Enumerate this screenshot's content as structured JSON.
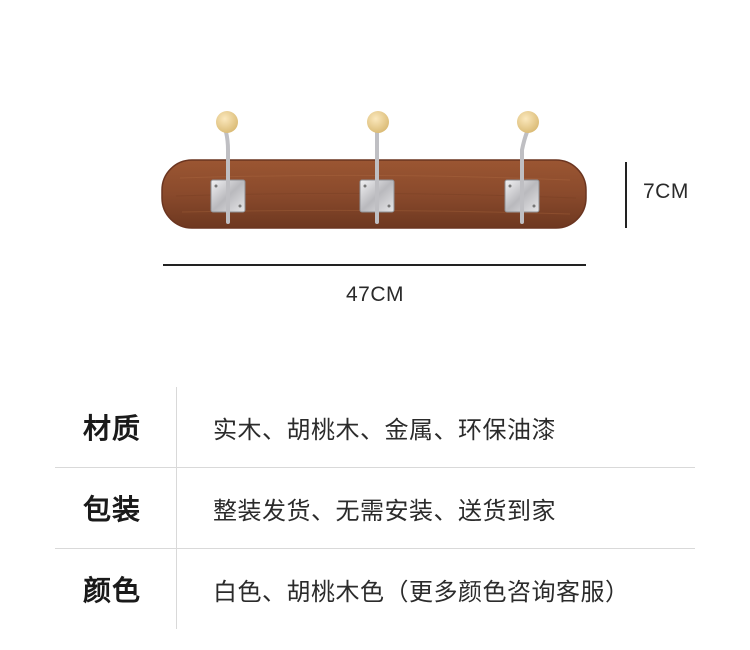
{
  "product": {
    "dimensions": {
      "width_label": "47CM",
      "height_label": "7CM"
    },
    "colors": {
      "board_wood": "#8a4a2c",
      "board_edge": "#6b3520",
      "knob": "#ecd39a",
      "metal": "#c9c9cc"
    }
  },
  "specs": [
    {
      "key": "材质",
      "value": "实木、胡桃木、金属、环保油漆"
    },
    {
      "key": "包装",
      "value": "整装发货、无需安装、送货到家"
    },
    {
      "key": "颜色",
      "value": "白色、胡桃木色（更多颜色咨询客服）"
    }
  ]
}
